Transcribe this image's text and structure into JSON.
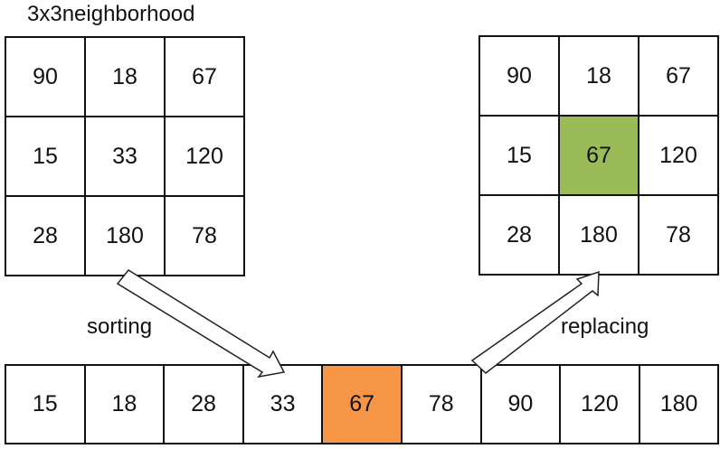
{
  "title": "3x3neighborhood",
  "neighborhood": [
    "90",
    "18",
    "67",
    "15",
    "33",
    "120",
    "28",
    "180",
    "78"
  ],
  "sorted": [
    "15",
    "18",
    "28",
    "33",
    "67",
    "78",
    "90",
    "120",
    "180"
  ],
  "result": [
    "90",
    "18",
    "67",
    "15",
    "67",
    "120",
    "28",
    "180",
    "78"
  ],
  "median_index_sorted": 4,
  "center_index": 4,
  "labels": {
    "sorting": "sorting",
    "replacing": "replacing"
  },
  "colors": {
    "median": "#F79646",
    "replaced": "#9BBB59"
  }
}
